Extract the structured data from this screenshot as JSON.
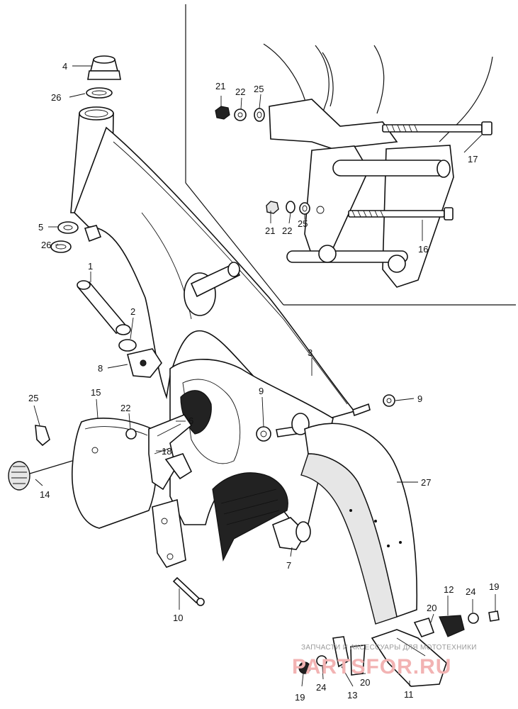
{
  "diagram": {
    "callouts": [
      {
        "id": "c4",
        "text": "4"
      },
      {
        "id": "c26a",
        "text": "26"
      },
      {
        "id": "c5",
        "text": "5"
      },
      {
        "id": "c26b",
        "text": "26"
      },
      {
        "id": "c1",
        "text": "1"
      },
      {
        "id": "c2",
        "text": "2"
      },
      {
        "id": "c8",
        "text": "8"
      },
      {
        "id": "c25a",
        "text": "25"
      },
      {
        "id": "c15",
        "text": "15"
      },
      {
        "id": "c22a",
        "text": "22"
      },
      {
        "id": "c6",
        "text": "6"
      },
      {
        "id": "c18",
        "text": "18"
      },
      {
        "id": "c14",
        "text": "14"
      },
      {
        "id": "c9a",
        "text": "9"
      },
      {
        "id": "c3",
        "text": "3"
      },
      {
        "id": "c9b",
        "text": "9"
      },
      {
        "id": "c27",
        "text": "27"
      },
      {
        "id": "c7",
        "text": "7"
      },
      {
        "id": "c10",
        "text": "10"
      },
      {
        "id": "c21a",
        "text": "21"
      },
      {
        "id": "c22b",
        "text": "22"
      },
      {
        "id": "c25b",
        "text": "25"
      },
      {
        "id": "c17",
        "text": "17"
      },
      {
        "id": "c21b",
        "text": "21"
      },
      {
        "id": "c22c",
        "text": "22"
      },
      {
        "id": "c25c",
        "text": "25"
      },
      {
        "id": "c16",
        "text": "16"
      },
      {
        "id": "c12",
        "text": "12"
      },
      {
        "id": "c24a",
        "text": "24"
      },
      {
        "id": "c19a",
        "text": "19"
      },
      {
        "id": "c20a",
        "text": "20"
      },
      {
        "id": "c19b",
        "text": "19"
      },
      {
        "id": "c24b",
        "text": "24"
      },
      {
        "id": "c13",
        "text": "13"
      },
      {
        "id": "c20b",
        "text": "20"
      },
      {
        "id": "c11",
        "text": "11"
      }
    ]
  },
  "watermark": {
    "caption": "ЗАПЧАСТИ И АКСЕССУАРЫ ДЛЯ МОТОТЕХНИКИ",
    "brand": "PARTSFOR.RU"
  }
}
